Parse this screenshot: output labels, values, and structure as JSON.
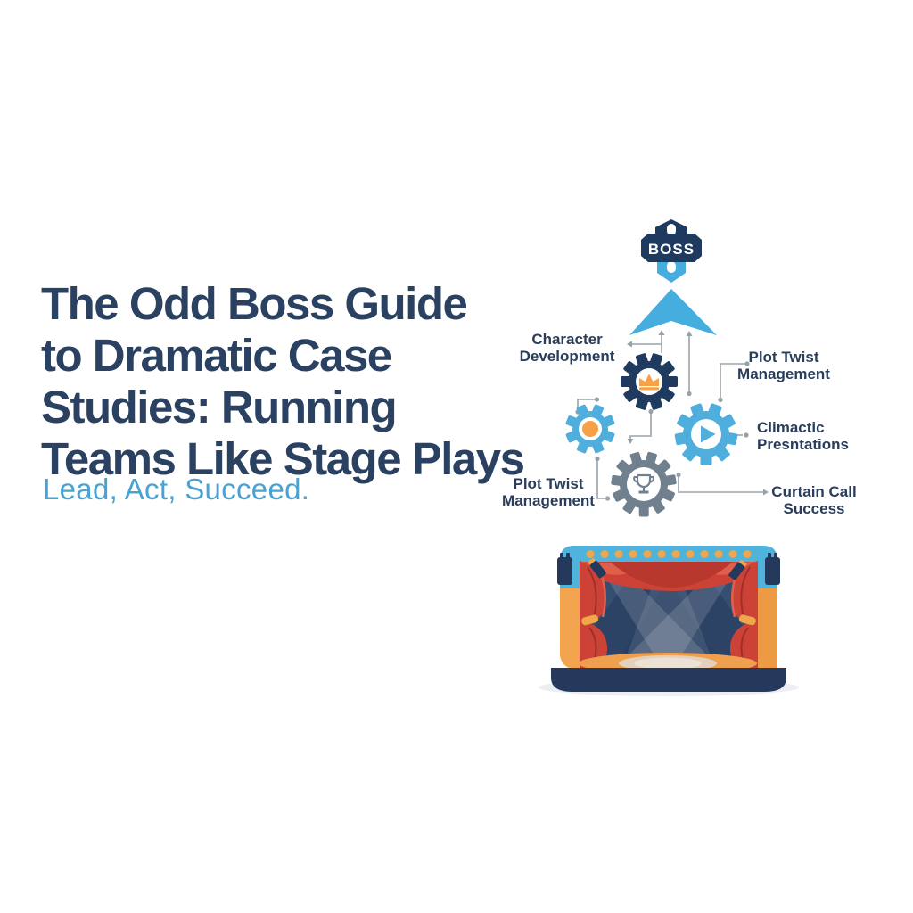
{
  "title": {
    "lines": [
      "The Odd Boss Guide",
      "to Dramatic Case",
      "Studies: Running",
      "Teams Like Stage Plays"
    ]
  },
  "subtitle": "Lead, Act, Succeed.",
  "diagram": {
    "badge": {
      "text": "BOSS"
    },
    "labels": [
      {
        "text": "Character Development"
      },
      {
        "text": "Plot Twist Management"
      },
      {
        "text": "Climactic Presntations"
      },
      {
        "text": "Plot Twist Management"
      },
      {
        "text": "Curtain Call Success"
      }
    ],
    "gears": [
      {
        "name": "crown-gear",
        "icon": "crown-icon",
        "color": "#1E3A5E",
        "icon_color": "#F5A147"
      },
      {
        "name": "dot-gear",
        "icon": "dot-icon",
        "color": "#4FAEDB",
        "icon_color": "#F5A147"
      },
      {
        "name": "play-gear",
        "icon": "play-icon",
        "color": "#4FAEDB",
        "icon_color": "#4FAEDB"
      },
      {
        "name": "trophy-gear",
        "icon": "trophy-icon",
        "color": "#71808F",
        "icon_color": "#71808F"
      }
    ]
  },
  "illustration": {
    "name": "theater-stage",
    "elements": [
      "marquee-lights",
      "red-curtains",
      "spotlight-beams",
      "stage-speakers",
      "stage-floor-spotlight"
    ]
  },
  "palette": {
    "background": "#FFFFFF",
    "title_navy": "#2A4162",
    "subtitle_blue": "#4BA2D1",
    "label_navy": "#2A3E5C",
    "connector_gray": "#9AA3AC",
    "badge_navy": "#1E3A5E",
    "arrow_blue": "#45AEDE",
    "accent_orange": "#F5A147",
    "marquee_blue": "#4FB3DC",
    "curtain_red": "#CC4237",
    "curtain_dark_red": "#B8382E",
    "stage_interior_navy": "#2C4365",
    "pillar_orange": "#F2A44F",
    "base_navy": "#24395B",
    "shadow_gray": "#ECEEF2"
  }
}
